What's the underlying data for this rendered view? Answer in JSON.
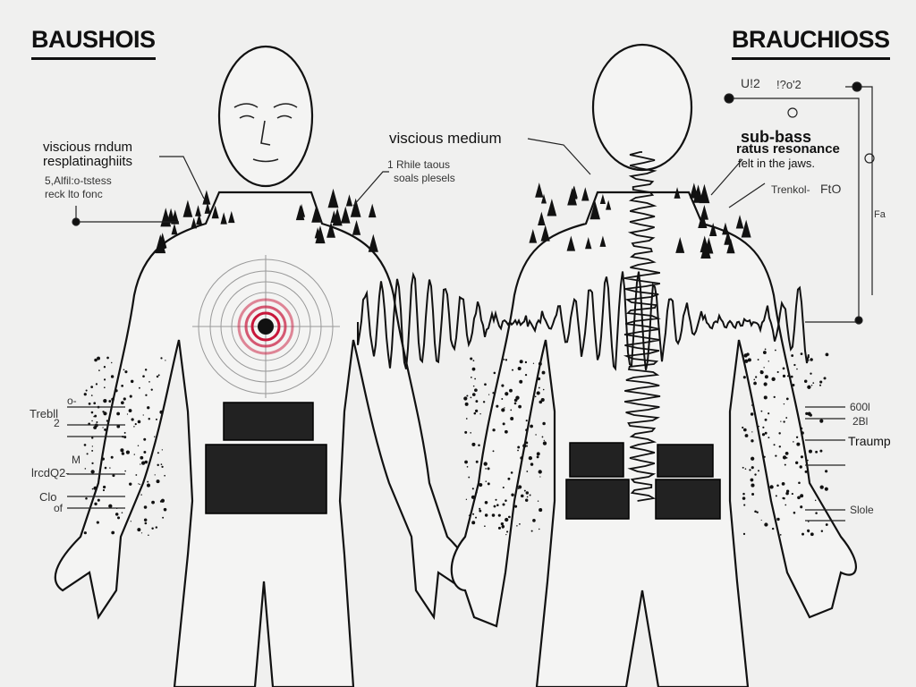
{
  "titles": {
    "left": "BAUSHOIS",
    "right": "BRAUCHIOSS"
  },
  "front_labels": {
    "heading_1": "viscious rndum",
    "heading_2": "resplatinaghiits",
    "sub_1": "5,Alfil:o-tstess",
    "sub_2": "reck lto fonc",
    "neck_1": "1 Rhile taous",
    "neck_2": "soals plesels"
  },
  "center_label": "viscious medium",
  "back_labels": {
    "sub_bass": "sub-bass",
    "resonance": "ratus resonance",
    "jaws": "felt in the jaws.",
    "tremolo": "Trenkol-",
    "tremolo_code": "FtO",
    "top_a": "U!2",
    "top_b": "!?o'2",
    "side": "Fa"
  },
  "left_scale": [
    "o-",
    "Trebll",
    "2",
    "M",
    "lrcdQ2-",
    "Clo",
    "of"
  ],
  "right_scale": [
    "600l",
    "2Bl",
    "Traump",
    "Slole"
  ],
  "colors": {
    "ink": "#111111",
    "accent": "#c8163a",
    "paper": "#f0f0ef"
  }
}
